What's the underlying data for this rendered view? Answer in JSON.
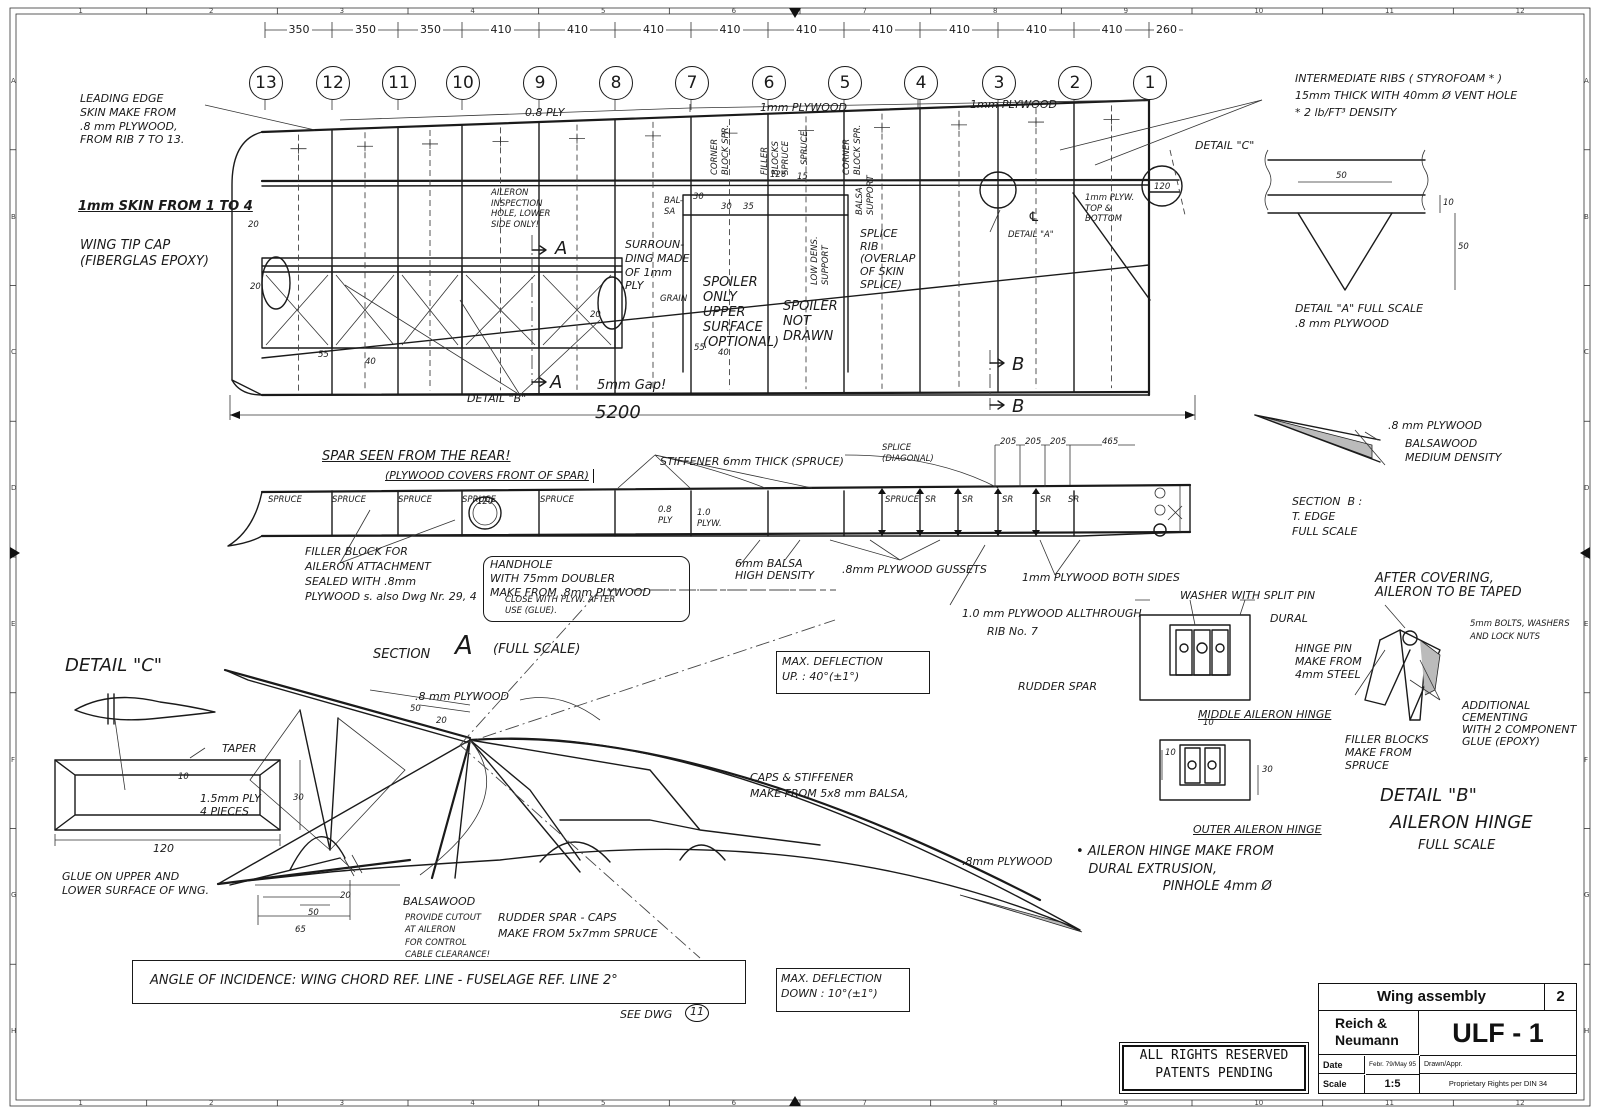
{
  "grid": {
    "cols": [
      "1",
      "2",
      "3",
      "4",
      "5",
      "6",
      "7",
      "8",
      "9",
      "10",
      "11",
      "12"
    ],
    "rows": [
      "A",
      "B",
      "C",
      "D",
      "E",
      "F",
      "G",
      "H"
    ]
  },
  "dimensions_top": [
    "350",
    "350",
    "350",
    "410",
    "410",
    "410",
    "410",
    "410",
    "410",
    "410",
    "410",
    "410",
    "260"
  ],
  "ribs": [
    "13",
    "12",
    "11",
    "10",
    "9",
    "8",
    "7",
    "6",
    "5",
    "4",
    "3",
    "2",
    "1"
  ],
  "plan": {
    "ply_08": "0.8 PLY",
    "ply_1mm_a": "1mm PLYWOOD",
    "ply_1mm_b": "1mm PLYWOOD",
    "span": "5200",
    "gap": "5mm Gap!",
    "detail_b_ref": "DETAIL \"B\"",
    "detail_a_ref": "DETAIL \"A\"",
    "detail_c_ref": "DETAIL \"C\"",
    "section_a1": "A",
    "section_a2": "A",
    "section_b1": "B",
    "section_b2": "B",
    "aileron_hole": "AILERON\nINSPECTION\nHOLE, LOWER\nSIDE ONLY!",
    "surrounding": "SURROUN-\nDING MADE\nOF 1mm\nPLY",
    "grain": "GRAIN",
    "spoiler_only": "SPOILER\nONLY\nUPPER\nSURFACE\n(OPTIONAL)",
    "spoiler_not": "SPOILER\nNOT\nDRAWN",
    "splice_rib": "SPLICE\nRIB\n(OVERLAP\nOF SKIN\nSPLICE)",
    "filler_blocks": "FILLER\nBLOCKS\nSPRUCE",
    "spruce_v": "SPRUCE",
    "corner_block": "CORNER\nBLOCK SPR.",
    "corner_block2": "CORNER\nBLOCK SPR.",
    "low_density": "LOW DENS.\nSUPPORT",
    "balsa_support": "BALSA\nSUPPORT",
    "balsa_label": "BAL-\nSA",
    "top_bottom": "1mm PLYW.\nTOP &\nBOTTOM",
    "d_20a": "20",
    "d_20b": "20",
    "d_20c": "20",
    "d_55": "55",
    "d_40": "40",
    "d_30": "30",
    "d_30b": "30",
    "d_35": "35",
    "d_126": "126",
    "d_15": "15",
    "d_55b": "55",
    "d_40b": "40",
    "d_120": "120"
  },
  "notes": {
    "leading_edge": "LEADING EDGE\nSKIN MAKE FROM\n.8 mm PLYWOOD,\nFROM RIB 7 TO 13.",
    "skin_1mm": "1mm SKIN FROM 1 TO 4",
    "wing_tip": "WING TIP CAP\n(FIBERGLAS EPOXY)",
    "intermediate": "INTERMEDIATE RIBS ( STYROFOAM * )\n15mm THICK WITH 40mm Ø VENT HOLE\n* 2 lb/FT³ DENSITY",
    "centerline": "℄"
  },
  "detail_a": {
    "title": "DETAIL \"A\"  FULL SCALE",
    "sub": ".8 mm PLYWOOD",
    "d50": "50",
    "d10": "10",
    "d50b": "50"
  },
  "section_b": {
    "ply": ".8 mm PLYWOOD",
    "balsa": "BALSAWOOD\nMEDIUM DENSITY",
    "title": "SECTION  B :\nT. EDGE\nFULL SCALE"
  },
  "spar": {
    "title": "SPAR SEEN FROM THE REAR!",
    "subtitle": "(PLYWOOD COVERS FRONT OF SPAR)",
    "stiffener": "STIFFENER 6mm THICK (SPRUCE)",
    "splice": "SPLICE\n(DIAGONAL)",
    "dims": [
      "205",
      "205",
      "205",
      "465"
    ],
    "spruce": [
      "SPRUCE",
      "SPRUCE",
      "SPRUCE",
      "SPRUCE",
      "SPRUCE",
      "SPRUCE"
    ],
    "sr": [
      "SR",
      "SR",
      "SR",
      "SR",
      "SR"
    ],
    "handhole_dim": "120",
    "ply_mark": "0.8\nPLY",
    "ply10": "1.0\nPLYW.",
    "filler": "FILLER BLOCK FOR\nAILERON ATTACHMENT\nSEALED WITH .8mm\nPLYWOOD s. also Dwg Nr. 29, 4",
    "handhole": "HANDHOLE\nWITH 75mm DOUBLER\nMAKE FROM .8mm PLYWOOD",
    "handhole2": "CLOSE WITH PLYW. AFTER\nUSE (GLUE).",
    "balsa": "6mm BALSA\nHIGH DENSITY",
    "gussets": ".8mm PLYWOOD GUSSETS",
    "both_sides": "1mm PLYWOOD BOTH SIDES",
    "allthrough": "1.0 mm PLYWOOD ALLTHROUGH",
    "rib7": "RIB No. 7"
  },
  "section_a": {
    "title": "SECTION",
    "letter": "A",
    "scale": "(FULL SCALE)",
    "max_up": "MAX. DEFLECTION\nUP. : 40°(±1°)",
    "max_down": "MAX. DEFLECTION\nDOWN : 10°(±1°)",
    "ply": ".8 mm PLYWOOD",
    "caps": "CAPS & STIFFENER\nMAKE FROM 5x8 mm BALSA,",
    "ply2": ".8mm PLYWOOD",
    "balsa": "BALSAWOOD",
    "cutout": "PROVIDE CUTOUT\nAT AILERON\nFOR CONTROL\nCABLE CLEARANCE!",
    "rudder_caps": "RUDDER SPAR - CAPS\nMAKE FROM 5x7mm SPRUCE",
    "d50": "50",
    "d20": "20",
    "d20b": "20",
    "d50b": "50",
    "d65": "65"
  },
  "detail_c": {
    "title": "DETAIL \"C\"",
    "taper": "TAPER",
    "ply": "1.5mm PLY\n4 PIECES",
    "d10": "10",
    "d30": "30",
    "d120": "120",
    "glue": "GLUE ON UPPER AND\nLOWER SURFACE OF WNG."
  },
  "angle": {
    "text": "ANGLE OF INCIDENCE:  WING CHORD REF. LINE - FUSELAGE REF. LINE  2°",
    "see": "SEE DWG",
    "dwg": "11"
  },
  "hinge": {
    "washer": "WASHER WITH SPLIT PIN",
    "dural": "DURAL",
    "hinge_pin": "HINGE PIN\nMAKE FROM\n4mm STEEL",
    "rudder_spar": "RUDDER SPAR",
    "middle": "MIDDLE AILERON HINGE",
    "outer": "OUTER AILERON HINGE",
    "after": "AFTER COVERING,\nAILERON TO BE TAPED",
    "bolts": "5mm BOLTS, WASHERS\nAND LOCK NUTS",
    "additional": "ADDITIONAL\nCEMENTING\nWITH 2 COMPONENT\nGLUE (EPOXY)",
    "filler": "FILLER BLOCKS\nMAKE FROM\nSPRUCE",
    "detail_b": "DETAIL \"B\"",
    "aileron_hinge": "AILERON HINGE",
    "full_scale": "FULL SCALE",
    "note": "• AILERON HINGE MAKE FROM\n   DURAL EXTRUSION,\n                     PINHOLE 4mm Ø",
    "d10": "10",
    "d10b": "10",
    "d30": "30"
  },
  "stamp": {
    "line1": "ALL RIGHTS RESERVED",
    "line2": "PATENTS PENDING"
  },
  "title_block": {
    "title": "Wing assembly",
    "sheet": "2",
    "company": "Reich &\nNeumann",
    "drawing": "ULF - 1",
    "date_label": "Date",
    "date": "Febr. 79/May 95",
    "drawn": "Drawn/Appr.",
    "scale_label": "Scale",
    "scale": "1:5",
    "rights": "Proprietary Rights per DIN 34"
  }
}
